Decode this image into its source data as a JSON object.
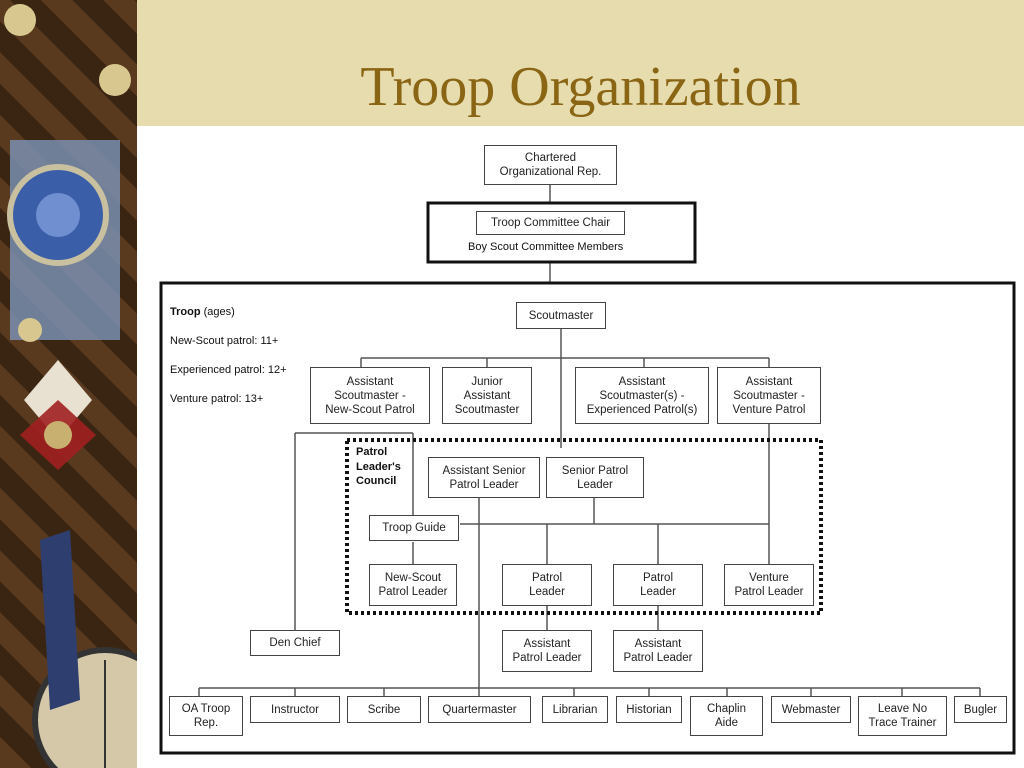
{
  "title": "Troop Organization",
  "org_chart": {
    "chartered_rep": "Chartered\nOrganizational Rep.",
    "committee_chair": "Troop Committee Chair",
    "committee_members": "Boy Scout Committee Members",
    "troop_label": "Troop",
    "troop_ages_label": "(ages)",
    "troop_ages": [
      "New-Scout patrol: 11+",
      "Experienced patrol: 12+",
      "Venture patrol: 13+"
    ],
    "scoutmaster": "Scoutmaster",
    "asm_new_scout": "Assistant\nScoutmaster -\nNew-Scout Patrol",
    "junior_asm": "Junior\nAssistant\nScoutmaster",
    "asm_experienced": "Assistant\nScoutmaster(s) -\nExperienced Patrol(s)",
    "asm_venture": "Assistant\nScoutmaster -\nVenture Patrol",
    "plc_label": "Patrol\nLeader's\nCouncil",
    "aspl": "Assistant Senior\nPatrol Leader",
    "spl": "Senior Patrol\nLeader",
    "troop_guide": "Troop Guide",
    "new_scout_pl": "New-Scout\nPatrol Leader",
    "patrol_leader_1": "Patrol\nLeader",
    "patrol_leader_2": "Patrol\nLeader",
    "venture_pl": "Venture\nPatrol Leader",
    "den_chief": "Den Chief",
    "apl_1": "Assistant\nPatrol Leader",
    "apl_2": "Assistant\nPatrol Leader",
    "staff": [
      "OA Troop\nRep.",
      "Instructor",
      "Scribe",
      "Quartermaster",
      "Librarian",
      "Historian",
      "Chaplin\nAide",
      "Webmaster",
      "Leave No\nTrace Trainer",
      "Bugler"
    ]
  }
}
